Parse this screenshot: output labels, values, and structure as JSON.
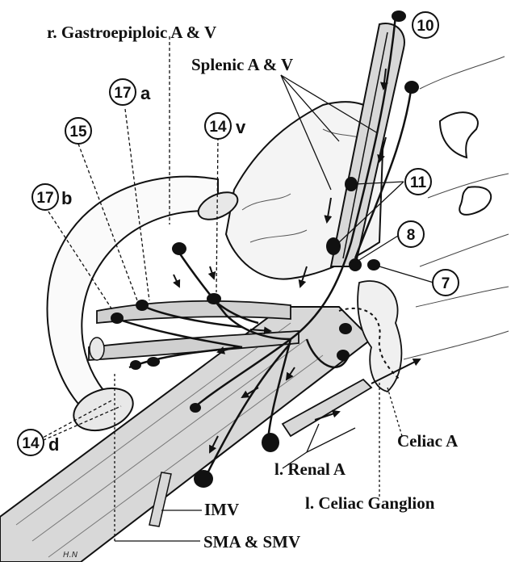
{
  "labels": {
    "gastroepiploic": "r. Gastroepiploic A & V",
    "splenic": "Splenic A & V",
    "celiac_a": "Celiac A",
    "renal_a": "l. Renal A",
    "celiac_ganglion": "l. Celiac Ganglion",
    "imv": "IMV",
    "sma_smv": "SMA & SMV"
  },
  "stations": [
    {
      "num": "10",
      "suffix": ""
    },
    {
      "num": "17",
      "suffix": "a"
    },
    {
      "num": "15",
      "suffix": ""
    },
    {
      "num": "14",
      "suffix": "v"
    },
    {
      "num": "17",
      "suffix": "b"
    },
    {
      "num": "11",
      "suffix": ""
    },
    {
      "num": "8",
      "suffix": ""
    },
    {
      "num": "7",
      "suffix": ""
    },
    {
      "num": "14",
      "suffix": "d"
    }
  ],
  "signature": "H.N",
  "colors": {
    "ink": "#111111",
    "vessel_fill": "#d8d8d8",
    "tissue_fill": "#f4f4f4",
    "node_fill": "#111111"
  }
}
